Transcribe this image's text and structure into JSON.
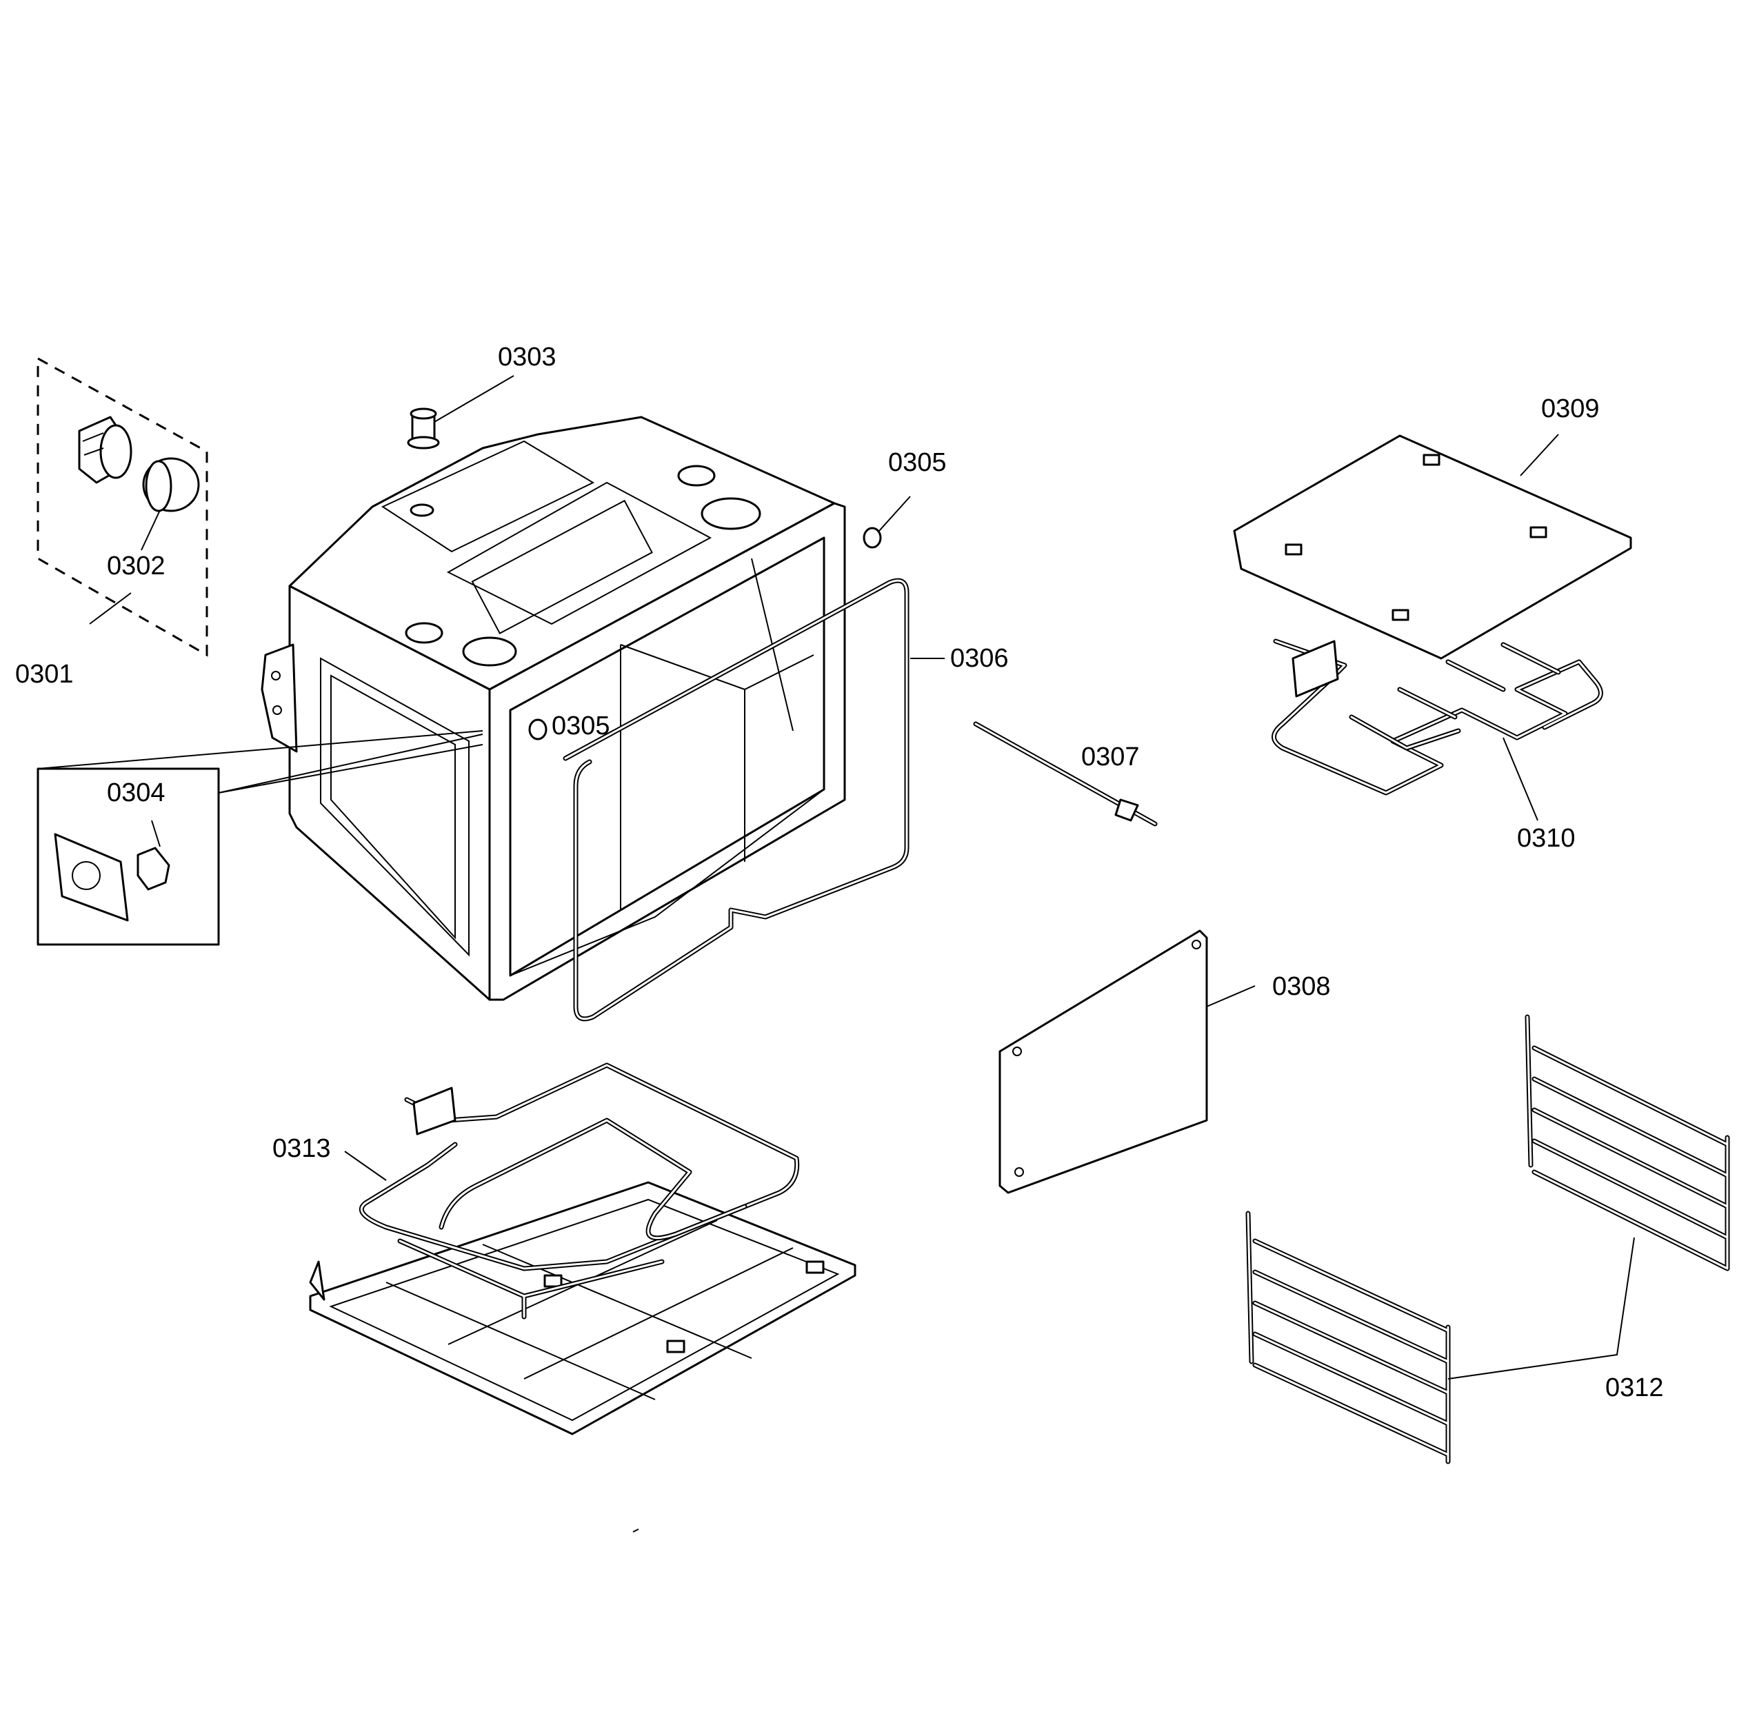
{
  "labels": {
    "p0301": "0301",
    "p0302": "0302",
    "p0303": "0303",
    "p0304": "0304",
    "p0305a": "0305",
    "p0305b": "0305",
    "p0306": "0306",
    "p0307": "0307",
    "p0308": "0308",
    "p0309": "0309",
    "p0310": "0310",
    "p0312": "0312",
    "p0313": "0313"
  }
}
